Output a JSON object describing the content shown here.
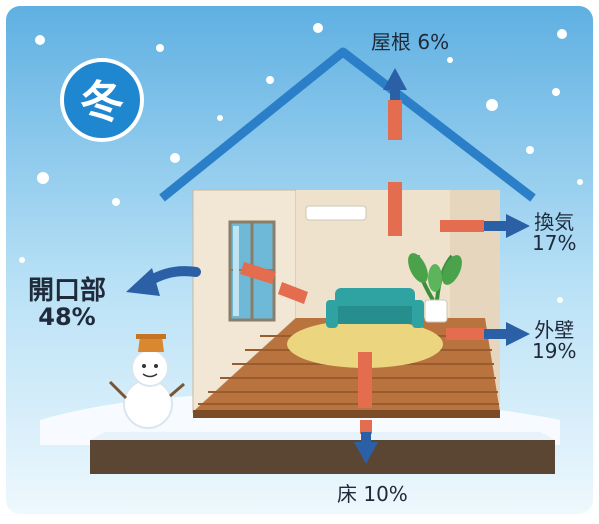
{
  "season": "冬",
  "labels": {
    "roof": {
      "name": "屋根",
      "value": "6%"
    },
    "ventilation": {
      "name": "換気",
      "value": "17%"
    },
    "openings": {
      "name": "開口部",
      "value": "48%"
    },
    "outer_wall": {
      "name": "外壁",
      "value": "19%"
    },
    "floor": {
      "name": "床",
      "value": "10%"
    }
  },
  "colors": {
    "sky_top": "#5fb0e2",
    "sky_bottom": "#e9f6fd",
    "roof_line": "#2a7fc8",
    "badge": "#1e87cf",
    "heat_arrow": "#e46c4f",
    "loss_arrow": "#2b5fa6",
    "wall": "#f3e8d6",
    "floor_wood": "#b9733e",
    "rug": "#e9d27c",
    "sofa": "#2fa3a1",
    "ground": "#5b4634",
    "snow": "#ffffff"
  },
  "icons": [
    "snow-icon",
    "snowman-icon",
    "sofa-icon",
    "plant-icon",
    "window-icon",
    "air-conditioner-icon"
  ]
}
